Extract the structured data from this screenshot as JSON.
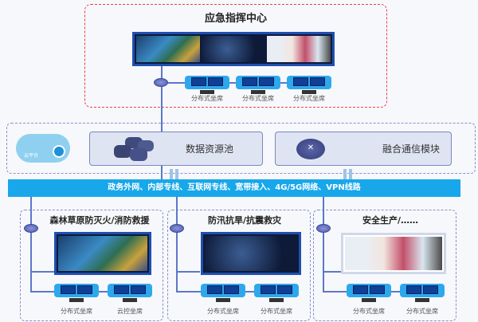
{
  "command_center": {
    "title": "应急指挥中心",
    "seats": [
      "分布式坐席",
      "分布式坐席",
      "分布式坐席"
    ]
  },
  "platform": {
    "cloud_label": "云平台",
    "modules": [
      {
        "label": "数据资源池",
        "icon": "database-icon"
      },
      {
        "label": "融合通信模块",
        "icon": "router-icon"
      }
    ]
  },
  "network_band": "政务外网、内部专线、互联网专线、宽带接入、4G/5G网络、VPN线路",
  "scenarios": [
    {
      "title": "森林草原防灭火/消防救援",
      "seats": [
        "分布式坐席",
        "云控坐席"
      ]
    },
    {
      "title": "防汛抗旱/抗震救灾",
      "seats": [
        "分布式坐席",
        "分布式坐席"
      ]
    },
    {
      "title": "安全生产/……",
      "seats": [
        "分布式坐席",
        "分布式坐席"
      ]
    }
  ],
  "colors": {
    "band": "#18a7ea",
    "red_border": "#e8404a",
    "line": "#5b78c8"
  }
}
